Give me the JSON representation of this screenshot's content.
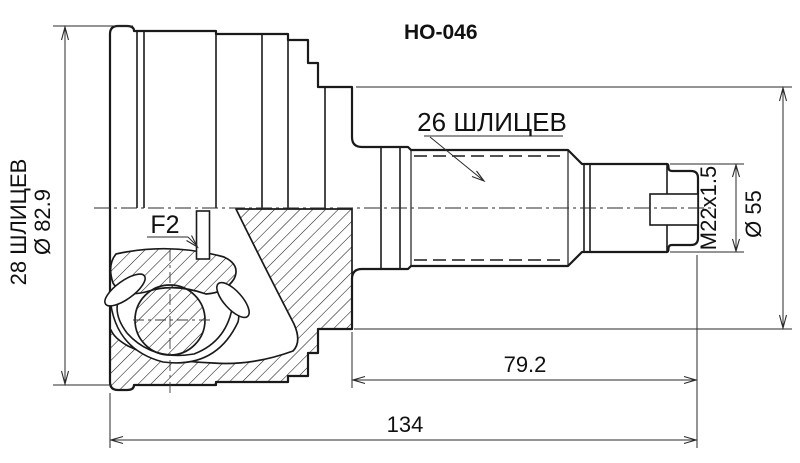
{
  "drawing": {
    "part_number": "HO-046",
    "type": "cv-joint-outer-technical-drawing",
    "background_color": "#ffffff",
    "line_color": "#1a1a1a"
  },
  "annotations": {
    "outer_splines": "28 ШЛИЦЕВ",
    "outer_diameter": "Ø 82.9",
    "shaft_splines": "26 ШЛИЦЕВ",
    "inner_groove": "F2",
    "thread_spec": "M22x1.5",
    "flange_diameter": "Ø 55"
  },
  "dimensions": {
    "spline_to_end_mm": "79.2",
    "total_length_mm": "134"
  }
}
